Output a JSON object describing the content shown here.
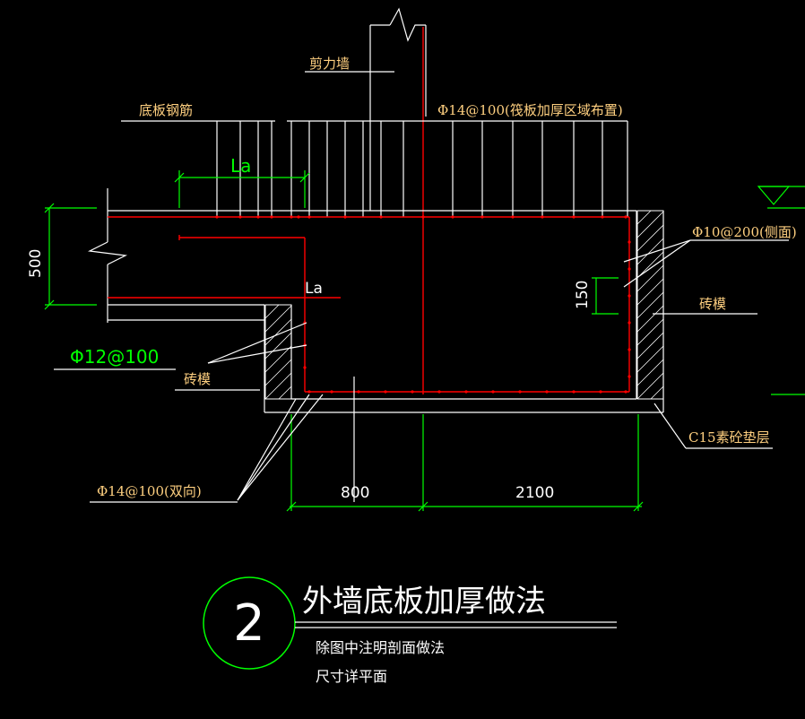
{
  "labels": {
    "shear_wall": "剪力墙",
    "bottom_rebar": "底板钢筋",
    "top_rebar_spec": "Φ14@100(筏板加厚区域布置)",
    "la_top": "La",
    "la_mid": "La",
    "side_rebar": "Φ10@200(侧面)",
    "brick_mold_right": "砖模",
    "brick_mold_left": "砖模",
    "dim_500": "500",
    "dim_150": "150",
    "phi12": "Φ12@100",
    "c15_cushion": "C15素砼垫层",
    "bottom_rebar_spec": "Φ14@100(双向)",
    "dim_800": "800",
    "dim_2100": "2100"
  },
  "title_block": {
    "number": "2",
    "title": "外墙底板加厚做法",
    "note_line1": "除图中注明剖面做法",
    "note_line2": "尺寸详平面"
  },
  "colors": {
    "background": "#000000",
    "outline": "#ffffff",
    "dimension": "#00ff00",
    "rebar": "#ff0000",
    "annotation": "#ffd080"
  }
}
